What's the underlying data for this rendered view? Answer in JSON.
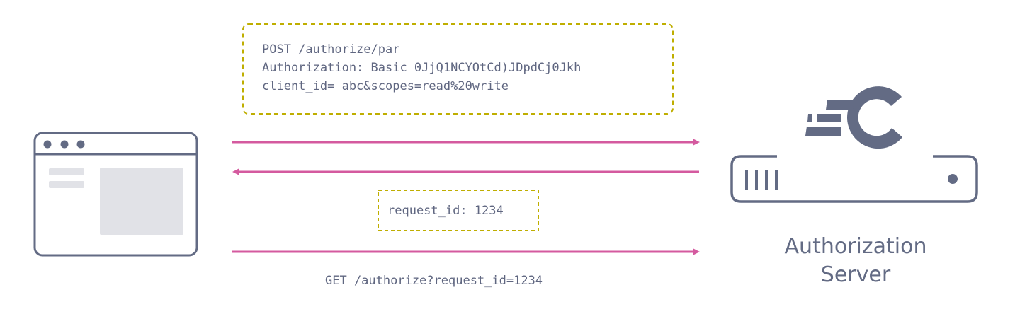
{
  "colors": {
    "icon": "#636b84",
    "arrow": "#d45a9f",
    "note_border": "#bfae00",
    "text": "#5f6680"
  },
  "request_box": {
    "lines": [
      "POST /authorize/par",
      "Authorization: Basic 0JjQ1NCYOtCd)JDpdCj0Jkh",
      "client_id= abc&scopes=read%20write"
    ]
  },
  "response_box": {
    "text": "request_id: 1234"
  },
  "redirect": {
    "text": "GET /authorize?request_id=1234"
  },
  "server": {
    "label_line1": "Authorization",
    "label_line2": "Server",
    "icon": "server-with-logo"
  },
  "client": {
    "icon": "browser-window"
  },
  "arrows": [
    {
      "direction": "right",
      "from": "client",
      "to": "server"
    },
    {
      "direction": "left",
      "from": "server",
      "to": "client"
    },
    {
      "direction": "right",
      "from": "client",
      "to": "server"
    }
  ]
}
